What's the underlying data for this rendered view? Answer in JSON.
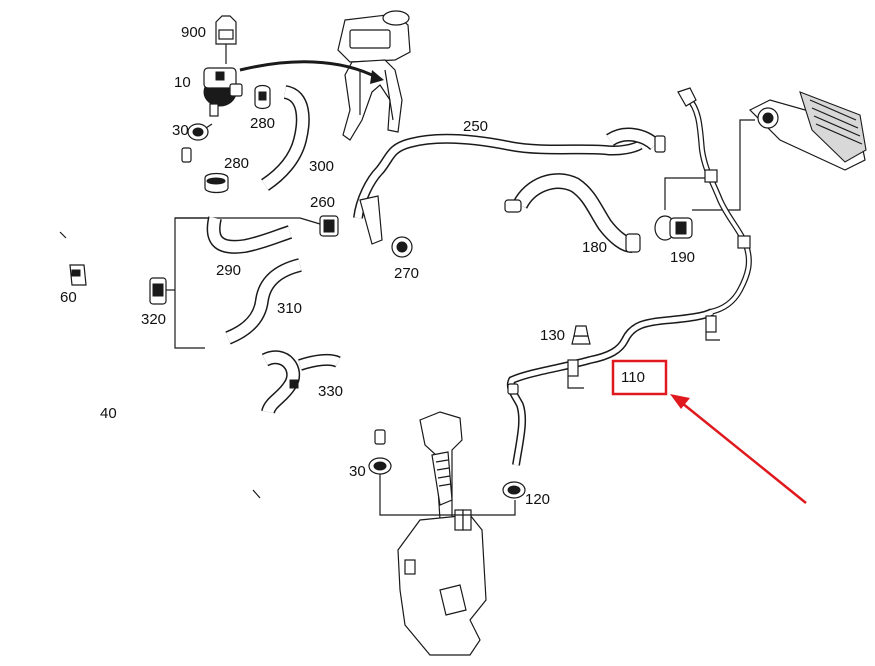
{
  "labels": {
    "p900": "900",
    "p10": "10",
    "p30a": "30",
    "p280a": "280",
    "p280b": "280",
    "p300": "300",
    "p250": "250",
    "p260": "260",
    "p270": "270",
    "p290": "290",
    "p310": "310",
    "p320": "320",
    "p60": "60",
    "p330": "330",
    "p40": "40",
    "p30b": "30",
    "p120": "120",
    "p130": "130",
    "p110": "110",
    "p180": "180",
    "p190": "190"
  },
  "highlight": {
    "part": "110",
    "box_color": "#e0191e",
    "arrow_color": "#e0191e"
  }
}
